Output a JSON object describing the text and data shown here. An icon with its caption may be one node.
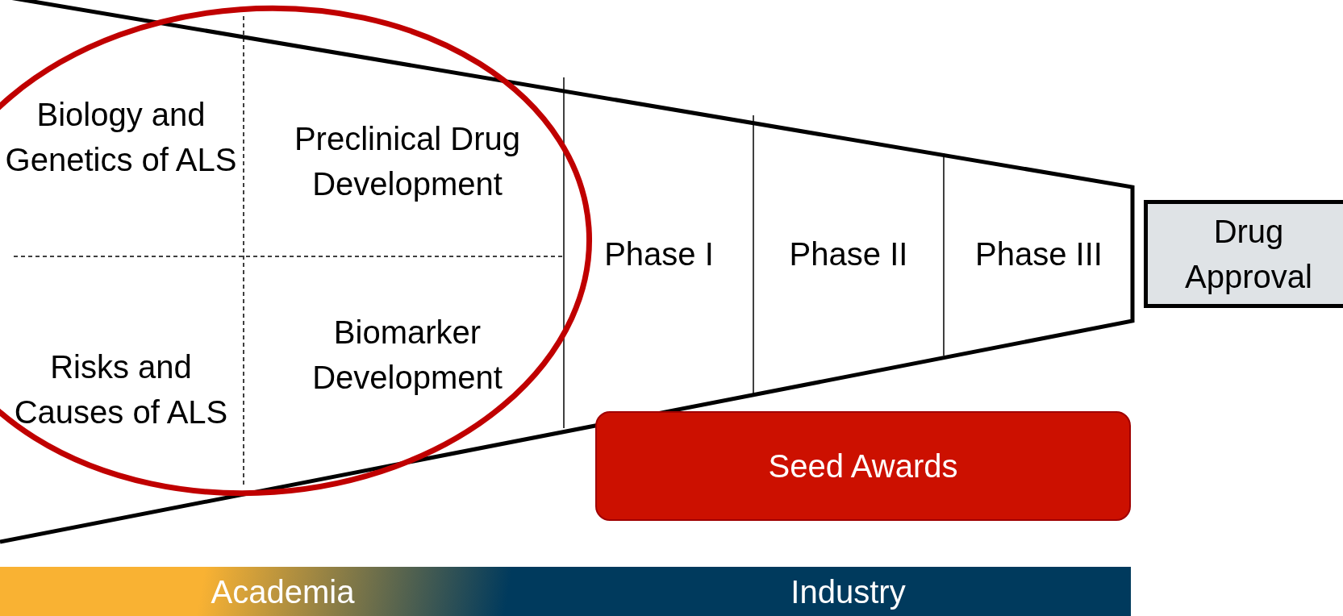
{
  "diagram": {
    "nodes": [
      {
        "text": [
          "Biology and Genetics of ALS"
        ]
      },
      {
        "text": [
          "Preclinical Drug Development"
        ]
      },
      {
        "text": [
          "Risks and Causes of ALS"
        ]
      },
      {
        "text": [
          "Biomarker Development"
        ]
      },
      {
        "text": [
          "Phase I"
        ]
      },
      {
        "text": [
          "Phase II"
        ]
      },
      {
        "text": [
          "Phase III"
        ]
      },
      {
        "text": [
          "Drug Approval"
        ]
      },
      {
        "text": [
          "Seed Awards"
        ]
      },
      {
        "text": [
          "Academia",
          "Industry"
        ]
      }
    ],
    "edges": []
  }
}
